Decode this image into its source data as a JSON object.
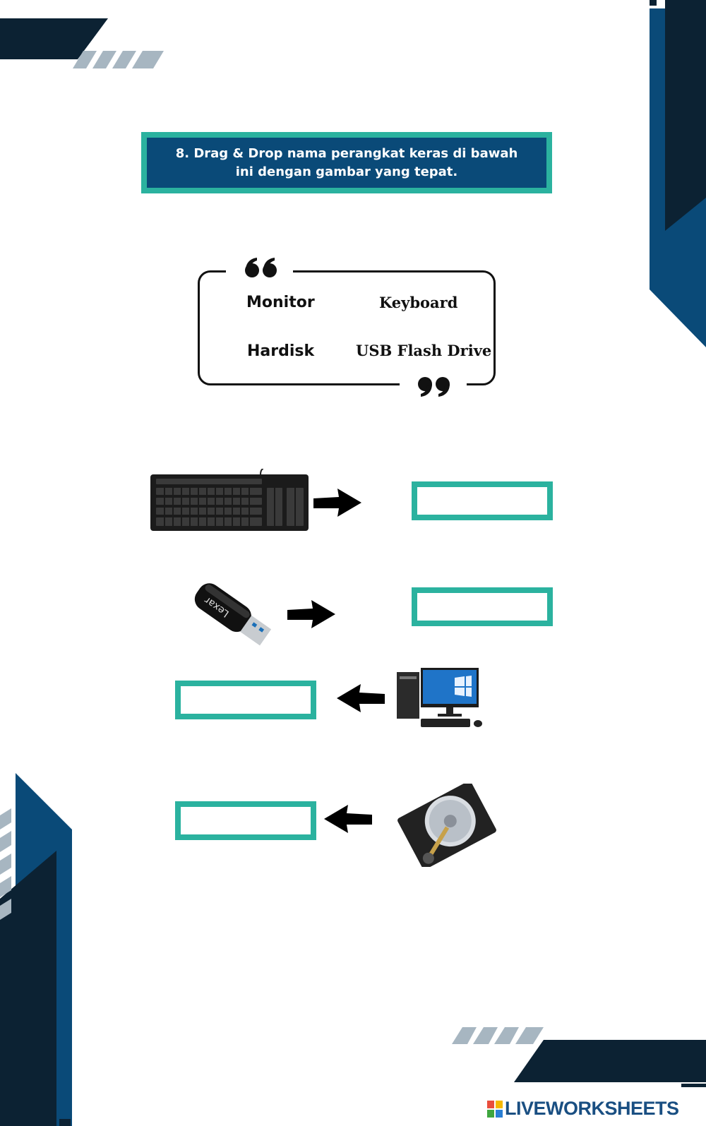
{
  "instruction": {
    "line1": "8. Drag & Drop nama perangkat keras di bawah",
    "line2": "ini dengan gambar yang tepat."
  },
  "word_bank": {
    "words": [
      "Monitor",
      "Keyboard",
      "Hardisk",
      "USB Flash Drive"
    ]
  },
  "items": [
    {
      "image": "keyboard-image",
      "arrow": "right"
    },
    {
      "image": "usb-flash-drive-image",
      "arrow": "right"
    },
    {
      "image": "desktop-monitor-image",
      "arrow": "left"
    },
    {
      "image": "hard-disk-image",
      "arrow": "left"
    }
  ],
  "brand": {
    "name": "LIVEWORKSHEETS"
  },
  "colors": {
    "navy": "#0a4a78",
    "dark_navy": "#0c2233",
    "teal": "#2bb29f",
    "gray_stripe": "#a7b6c1"
  }
}
